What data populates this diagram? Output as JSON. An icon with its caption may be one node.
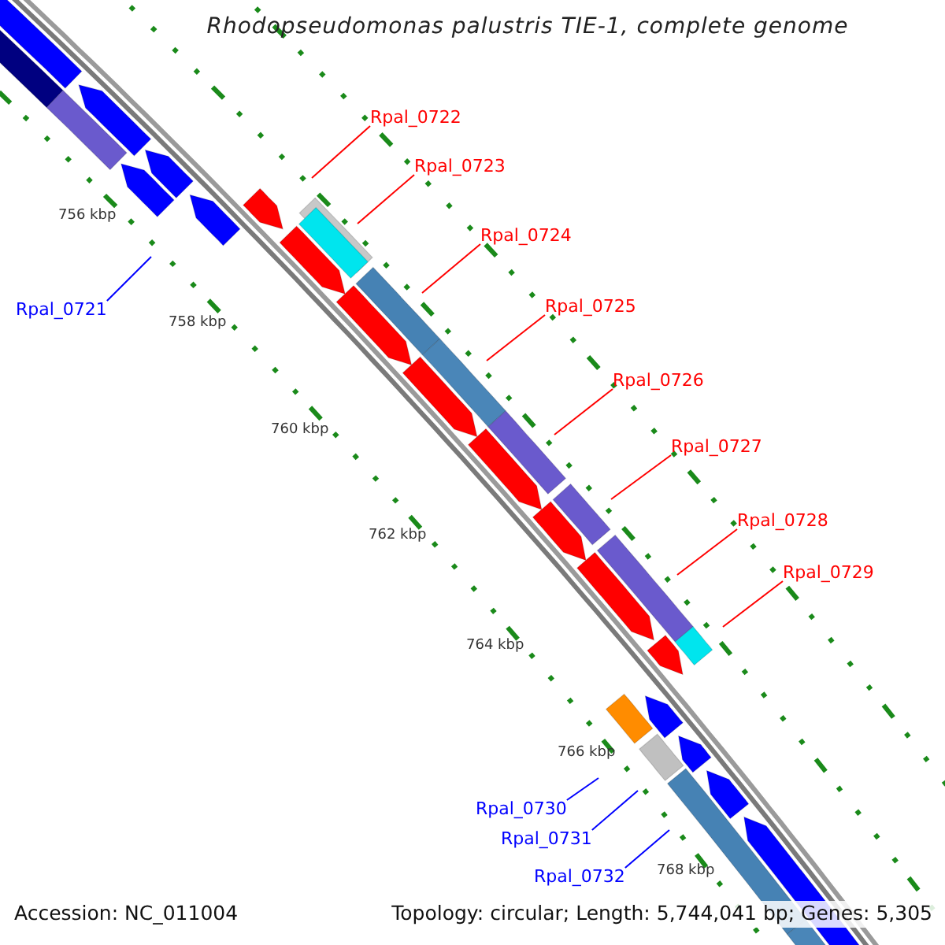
{
  "diagram": {
    "title": "Rhodopseudomonas palustris TIE-1, complete genome",
    "nodes": [
      {
        "text": [
          "Rpal_0722"
        ]
      },
      {
        "text": [
          "Rpal_0723"
        ]
      },
      {
        "text": [
          "Rpal_0724"
        ]
      },
      {
        "text": [
          "Rpal_0725"
        ]
      },
      {
        "text": [
          "Rpal_0721"
        ]
      },
      {
        "text": [
          "Rpal_0726"
        ]
      },
      {
        "text": [
          "Rpal_0727"
        ]
      },
      {
        "text": [
          "Rpal_0728"
        ]
      },
      {
        "text": [
          "Rpal_0729"
        ]
      },
      {
        "text": [
          "Rpal_0730"
        ]
      },
      {
        "text": [
          "Rpal_0731"
        ]
      },
      {
        "text": [
          "Rpal_0732"
        ]
      }
    ],
    "edges": [
      {
        "from": 0,
        "to": null,
        "arrow": "none"
      },
      {
        "from": 1,
        "to": null,
        "arrow": "none"
      },
      {
        "from": 2,
        "to": null,
        "arrow": "none"
      },
      {
        "from": 3,
        "to": null,
        "arrow": "none"
      },
      {
        "from": 4,
        "to": null,
        "arrow": "none",
        "color": "#0000ff"
      },
      {
        "from": 5,
        "to": null,
        "arrow": "none"
      },
      {
        "from": 6,
        "to": null,
        "arrow": "none"
      },
      {
        "from": 7,
        "to": null,
        "arrow": "none"
      },
      {
        "from": 8,
        "to": null,
        "arrow": "none"
      },
      {
        "from": 9,
        "to": null,
        "arrow": "none",
        "color": "#0000ff"
      },
      {
        "from": 10,
        "to": null,
        "arrow": "none",
        "color": "#0000ff"
      },
      {
        "from": 11,
        "to": null,
        "arrow": "none",
        "color": "#0000ff"
      }
    ],
    "labels": [
      "756 kbp",
      "758 kbp",
      "760 kbp",
      "762 kbp",
      "764 kbp",
      "766 kbp",
      "768 kbp",
      "Accession: NC_011004",
      "Topology: circular; Length: 5,744,041 bp; Genes: 5,305"
    ]
  }
}
